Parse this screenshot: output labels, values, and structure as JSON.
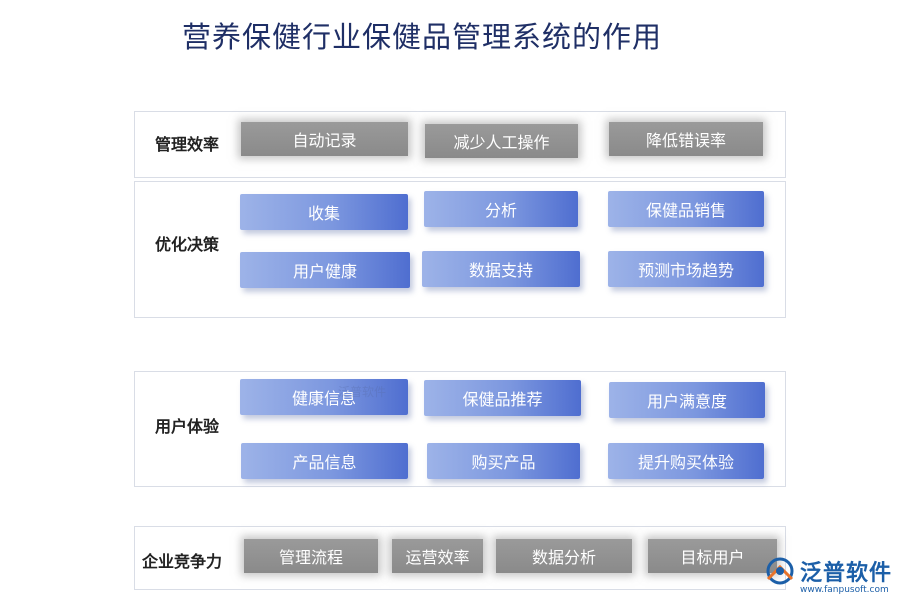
{
  "title": "营养保健行业保健品管理系统的作用",
  "sections": [
    {
      "label": "管理效率",
      "items": [
        "自动记录",
        "减少人工操作",
        "降低错误率"
      ]
    },
    {
      "label": "优化决策",
      "items": [
        "收集",
        "分析",
        "保健品销售",
        "用户健康",
        "数据支持",
        "预测市场趋势"
      ]
    },
    {
      "label": "用户体验",
      "items": [
        "健康信息",
        "保健品推荐",
        "用户满意度",
        "产品信息",
        "购买产品",
        "提升购买体验"
      ]
    },
    {
      "label": "企业竞争力",
      "items": [
        "管理流程",
        "运营效率",
        "数据分析",
        "目标用户"
      ]
    }
  ],
  "watermark": "泛普软件",
  "logo": {
    "name": "泛普软件",
    "url": "www.fanpusoft.com"
  },
  "colors": {
    "title": "#1f2f66",
    "gray_button": "#8f8f8f",
    "blue_button_start": "#9db3e8",
    "blue_button_end": "#4f6ed0",
    "logo": "#1c5fa8"
  }
}
